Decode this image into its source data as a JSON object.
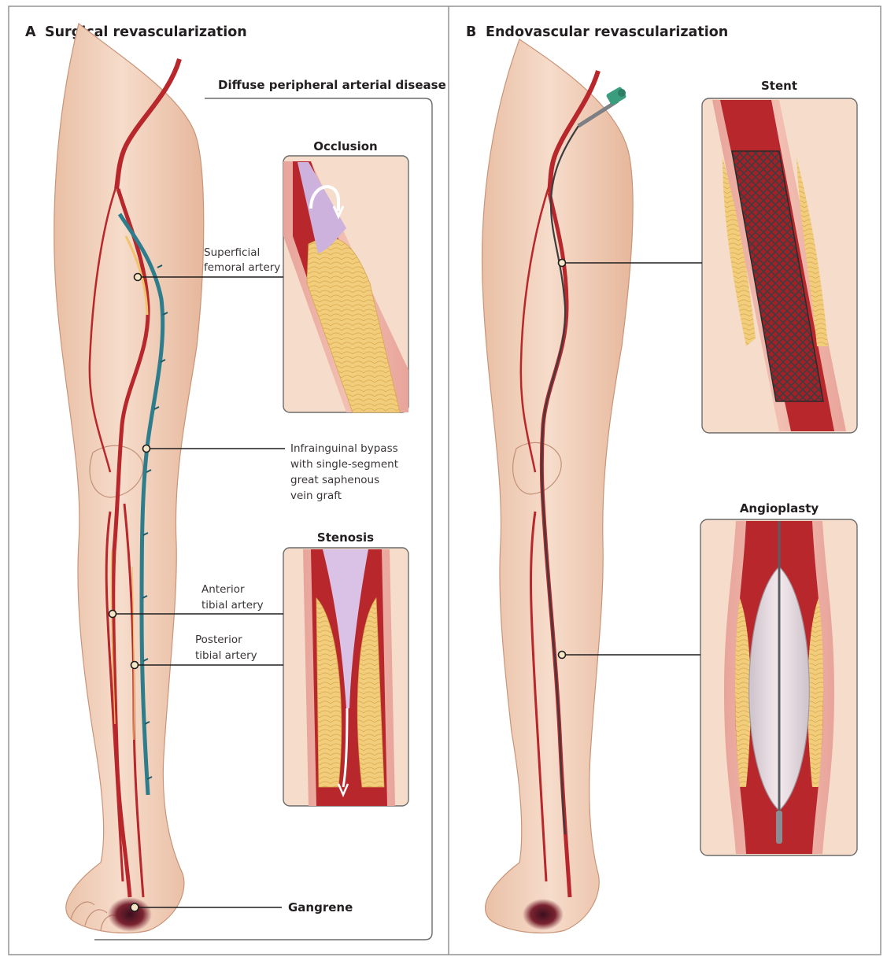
{
  "panel_a": {
    "letter": "A",
    "title": "Surgical revascularization",
    "box_heading": "Diffuse peripheral arterial disease",
    "insets": {
      "occlusion": "Occlusion",
      "stenosis": "Stenosis"
    },
    "labels": {
      "superficial_femoral": [
        "Superficial",
        "femoral artery"
      ],
      "bypass": [
        "Infrainguinal bypass",
        "with single-segment",
        "great saphenous",
        "vein graft"
      ],
      "anterior_tibial": [
        "Anterior",
        "tibial artery"
      ],
      "posterior_tibial": [
        "Posterior",
        "tibial artery"
      ],
      "gangrene": "Gangrene"
    }
  },
  "panel_b": {
    "letter": "B",
    "title": "Endovascular revascularization",
    "insets": {
      "stent": "Stent",
      "angioplasty": "Angioplasty"
    }
  },
  "colors": {
    "skin": "#f4d8c3",
    "artery": "#b8272b",
    "vein_graft": "#2e7d8c",
    "plaque": "#f0c46a",
    "gangrene": "#5a1a2a",
    "balloon": "#e6e3e8",
    "flow_arrow": "#d9c2e6"
  }
}
